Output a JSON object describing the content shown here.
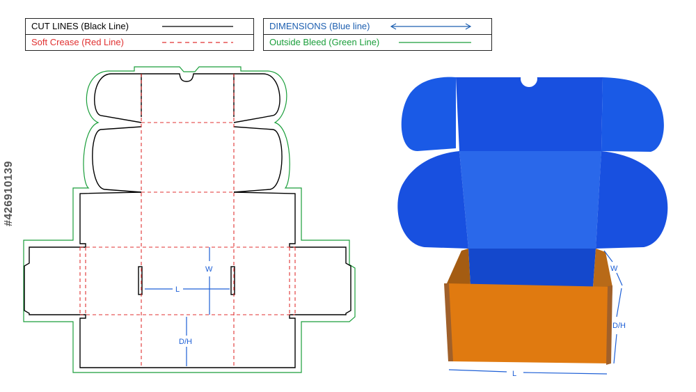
{
  "legend": {
    "cut": {
      "label": "CUT LINES (Black Line)",
      "color": "#000000"
    },
    "crease": {
      "label": "Soft Crease (Red Line)",
      "color": "#e03030"
    },
    "dimensions": {
      "label": "DIMENSIONS (Blue line)",
      "color": "#1d5fb0"
    },
    "bleed": {
      "label": "Outside Bleed (Green Line)",
      "color": "#1a9e3a"
    }
  },
  "dieline_labels": {
    "length": "L",
    "width": "W",
    "depth": "D/H"
  },
  "mockup_labels": {
    "width": "W",
    "depth": "D/H",
    "length": "L"
  },
  "colors": {
    "inner_blue": "#1f5cd6",
    "lid_blue": "#1a57e0",
    "box_orange": "#e07a10",
    "edge_brown": "#a0602a",
    "dim_blue": "#1d5fd6"
  },
  "watermark": {
    "stock_id": "#426910139"
  }
}
